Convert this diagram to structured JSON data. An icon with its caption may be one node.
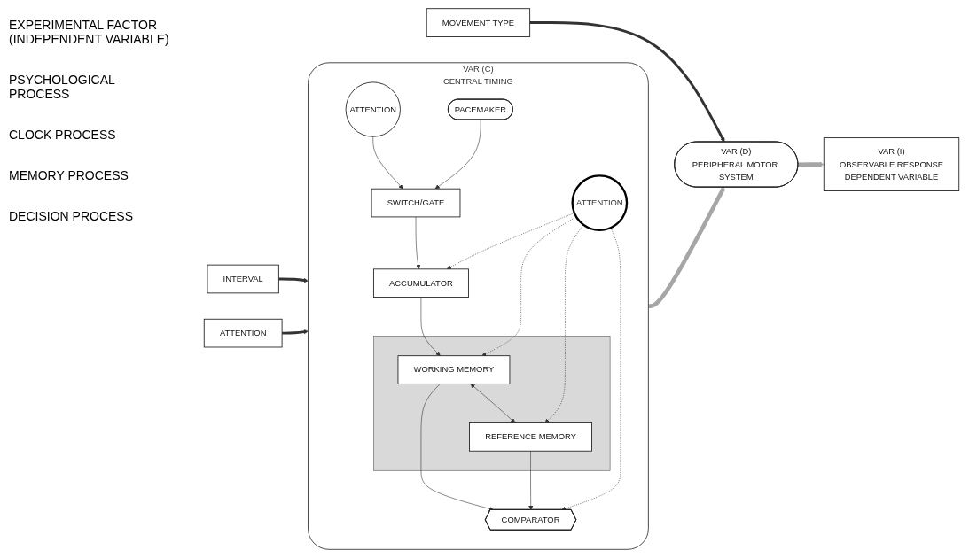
{
  "diagram": {
    "nodes": [
      {
        "text": [
          "INTERVAL"
        ]
      },
      {
        "text": [
          "ATTENTION"
        ]
      },
      {
        "text": [
          "MOVEMENT TYPE"
        ]
      },
      {
        "text": [
          "VAR (C)",
          "CENTRAL TIMING"
        ]
      },
      {
        "text": [
          "ATTENTION"
        ],
        "in": 3
      },
      {
        "text": [
          "PACEMAKER"
        ],
        "in": 3
      },
      {
        "text": [
          "SWITCH/GATE"
        ],
        "in": 3
      },
      {
        "text": [
          "ACCUMULATOR"
        ],
        "in": 3
      },
      {
        "text": [],
        "shape": "box",
        "in": 3
      },
      {
        "text": [
          "WORKING MEMORY"
        ],
        "in": 8
      },
      {
        "text": [
          "REFERENCE MEMORY"
        ],
        "in": 8
      },
      {
        "text": [
          "ATTENTION"
        ],
        "in": 3
      },
      {
        "text": [
          "COMPARATOR"
        ],
        "in": 3
      },
      {
        "text": [
          "VAR (D)",
          "PERIPHERAL MOTOR SYSTEM"
        ]
      },
      {
        "text": [
          "VAR (I)",
          "OBSERVABLE RESPONSE",
          "DEPENDENT VARIABLE"
        ]
      }
    ],
    "edges": [
      {
        "from": 0,
        "to": 3,
        "arrow": "to",
        "style": "thick"
      },
      {
        "from": 1,
        "to": 3,
        "arrow": "to",
        "style": "thick"
      },
      {
        "from": 2,
        "to": 13,
        "arrow": "to",
        "style": "thick"
      },
      {
        "from": 4,
        "to": 6,
        "arrow": "to"
      },
      {
        "from": 5,
        "to": 6,
        "arrow": "to"
      },
      {
        "from": 6,
        "to": 7,
        "arrow": "to"
      },
      {
        "from": 7,
        "to": 9,
        "arrow": "to"
      },
      {
        "from": 9,
        "to": 10,
        "arrow": "both"
      },
      {
        "from": 9,
        "to": 12,
        "arrow": "to"
      },
      {
        "from": 10,
        "to": 12,
        "arrow": "to"
      },
      {
        "from": 11,
        "to": 7,
        "arrow": "to",
        "style": "dashed"
      },
      {
        "from": 11,
        "to": 9,
        "arrow": "to",
        "style": "dashed"
      },
      {
        "from": 11,
        "to": 10,
        "arrow": "to",
        "style": "dashed"
      },
      {
        "from": 11,
        "to": 12,
        "arrow": "to",
        "style": "dashed"
      },
      {
        "from": 3,
        "to": 13,
        "arrow": "to",
        "style": "thick",
        "color": "#a6a6a6"
      },
      {
        "from": 13,
        "to": 14,
        "arrow": "to",
        "style": "thick",
        "color": "#a6a6a6"
      }
    ],
    "labels": [
      "EXPERIMENTAL FACTOR (INDEPENDENT VARIABLE)",
      "PSYCHOLOGICAL PROCESS",
      "CLOCK PROCESS",
      "MEMORY PROCESS",
      "DECISION PROCESS"
    ]
  }
}
